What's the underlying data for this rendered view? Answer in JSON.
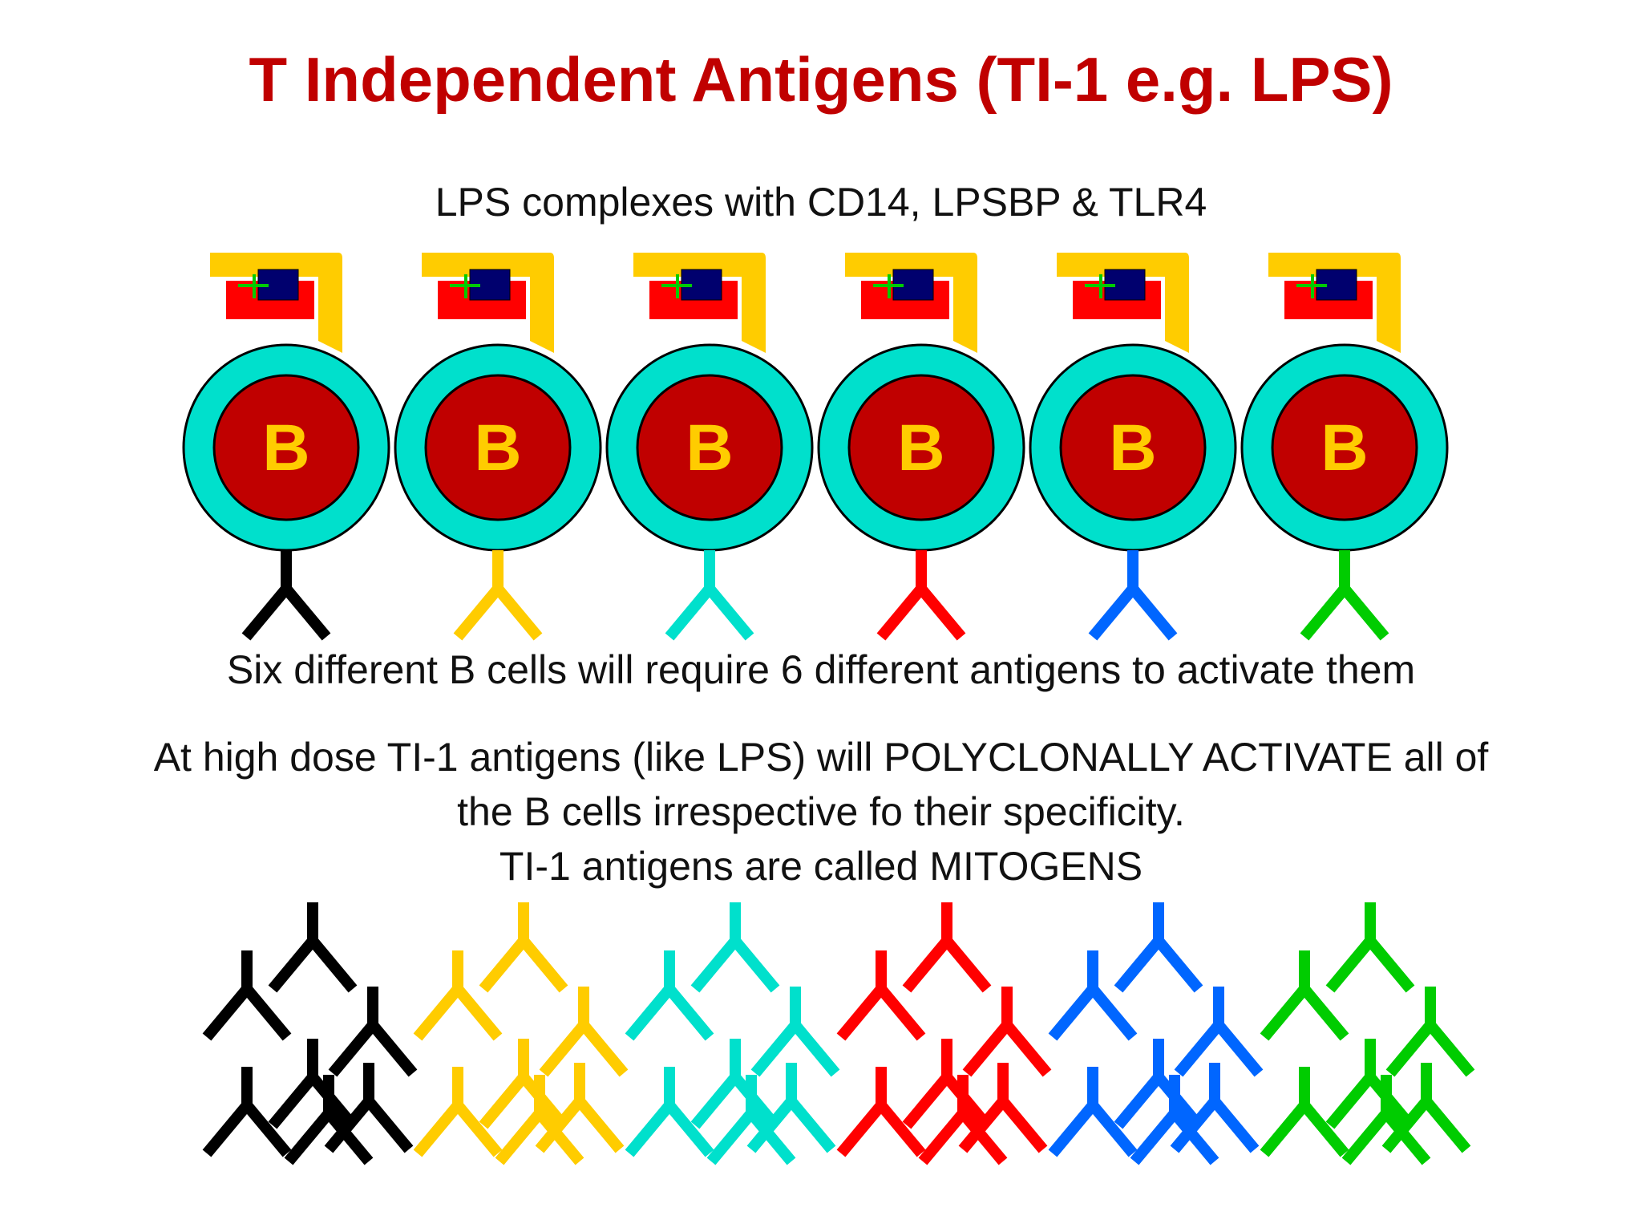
{
  "title": "T Independent Antigens (TI-1 e.g. LPS)",
  "subtitle": "LPS complexes with CD14, LPSBP & TLR4",
  "cell_label": "B",
  "cells": [
    {
      "receptor_color": "#000000"
    },
    {
      "receptor_color": "#ffcc00"
    },
    {
      "receptor_color": "#00e0cc"
    },
    {
      "receptor_color": "#ff0000"
    },
    {
      "receptor_color": "#0066ff"
    },
    {
      "receptor_color": "#00cc00"
    }
  ],
  "caption_line": "Six different B cells will require 6 different antigens to activate them",
  "paragraph": [
    "At high dose TI-1 antigens (like LPS) will POLYCLONALLY ACTIVATE all of",
    "the B cells irrespective fo their specificity.",
    "TI-1 antigens are called MITOGENS"
  ],
  "colors": {
    "title": "#c00000",
    "cell_outer": "#00e0cc",
    "cell_inner": "#c00000",
    "cell_label": "#ffcc00",
    "complex_yellow": "#ffcc00",
    "complex_red": "#ff0000",
    "complex_navy": "#00006e",
    "complex_green": "#00cc00"
  }
}
